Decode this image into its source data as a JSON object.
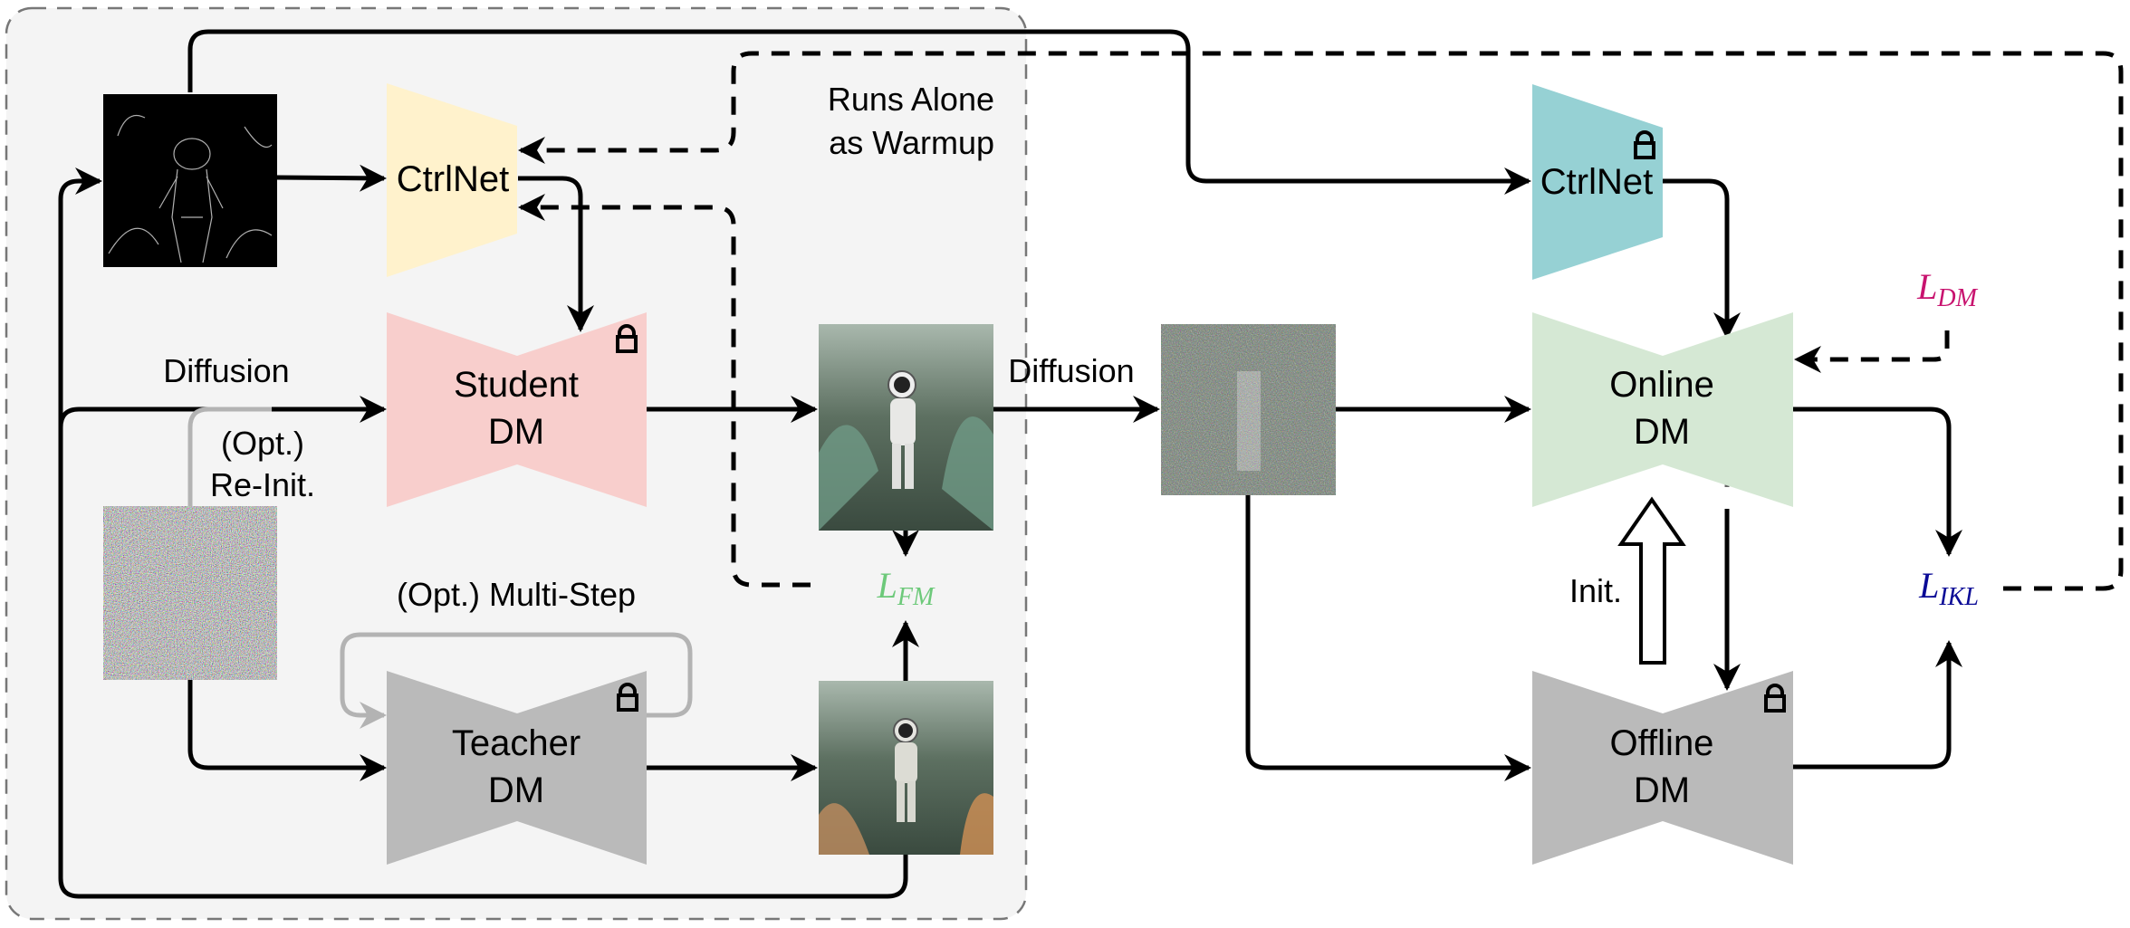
{
  "figure": {
    "warmup_box": {
      "label_line1": "Runs Alone",
      "label_line2": "as Warmup"
    },
    "blocks": {
      "ctrlnet_student": {
        "label": "CtrlNet",
        "color": "#fff2cc",
        "locked": false
      },
      "student_dm": {
        "line1": "Student",
        "line2": "DM",
        "color": "#f8cecc",
        "locked": true
      },
      "teacher_dm": {
        "line1": "Teacher",
        "line2": "DM",
        "color": "#bababa",
        "locked": true
      },
      "ctrlnet_online": {
        "label": "CtrlNet",
        "color": "#96d1d4",
        "locked": true
      },
      "online_dm": {
        "line1": "Online",
        "line2": "DM",
        "color": "#d5e8d4",
        "locked": false
      },
      "offline_dm": {
        "line1": "Offline",
        "line2": "DM",
        "color": "#bababa",
        "locked": true
      }
    },
    "images": {
      "edge_map": "astronaut edge map",
      "noise": "random noise",
      "student_output": "astronaut in jungle (student)",
      "teacher_output": "astronaut in jungle (teacher)",
      "noised_output": "noised astronaut"
    },
    "labels": {
      "diffusion_left": "Diffusion",
      "reinit_line1": "(Opt.)",
      "reinit_line2": "Re-Init.",
      "multistep": "(Opt.) Multi-Step",
      "diffusion_right": "Diffusion",
      "init": "Init."
    },
    "losses": {
      "fm": {
        "main": "L",
        "sub": "FM",
        "color": "#6dc97a"
      },
      "dm": {
        "main": "L",
        "sub": "DM",
        "color": "#c8136f"
      },
      "ikl": {
        "main": "L",
        "sub": "IKL",
        "color": "#0a0a96"
      }
    },
    "colors": {
      "warmup_bg": "#f4f4f4",
      "warmup_border": "#777777",
      "arrow": "#000000",
      "grey_arrow": "#b3b3b3"
    }
  }
}
